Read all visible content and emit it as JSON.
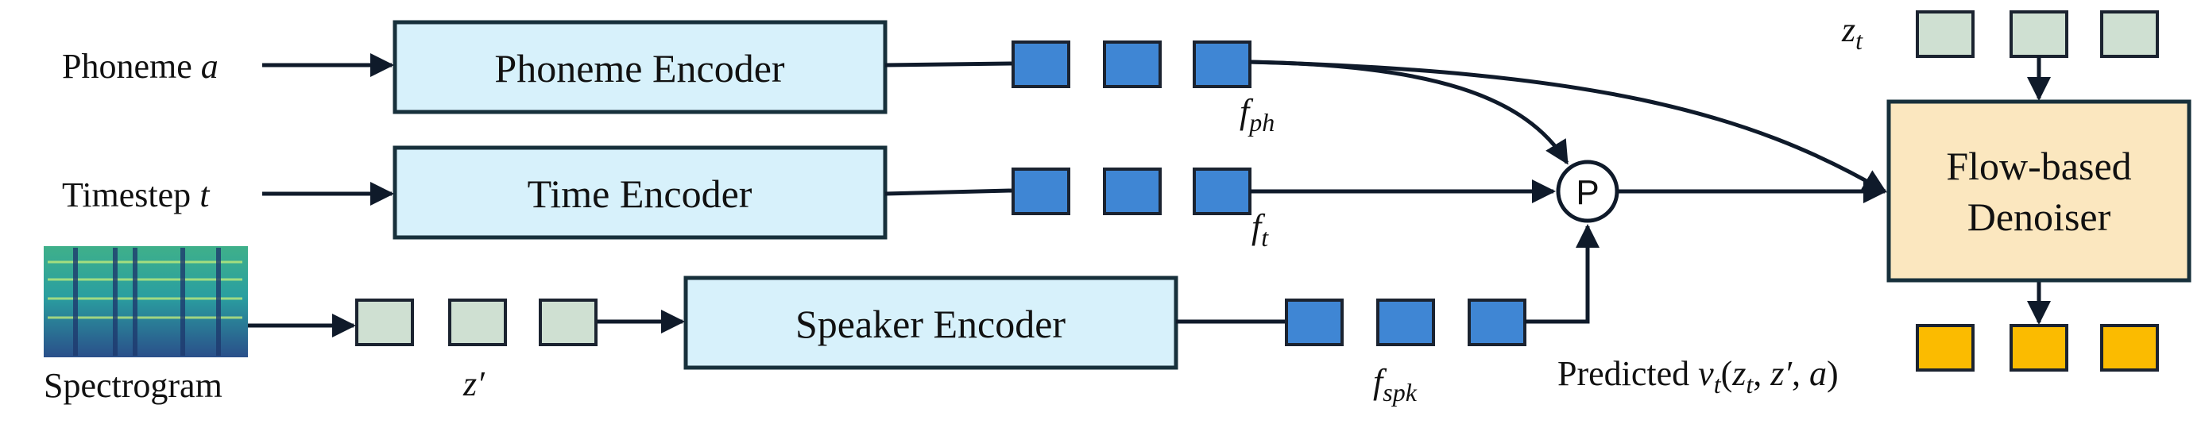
{
  "inputs": {
    "phoneme": {
      "label": "Phoneme",
      "var": "a"
    },
    "timestep": {
      "label": "Timestep",
      "var": "t"
    },
    "spectrogram": {
      "label": "Spectrogram"
    }
  },
  "encoders": {
    "phoneme": "Phoneme Encoder",
    "time": "Time Encoder",
    "speaker": "Speaker Encoder"
  },
  "features": {
    "f_ph": {
      "base": "f",
      "sub": "ph"
    },
    "f_t": {
      "base": "f",
      "sub": "t"
    },
    "f_spk": {
      "base": "f",
      "sub": "spk"
    },
    "z_prime": "z′",
    "z_t": {
      "base": "z",
      "sub": "t"
    }
  },
  "pool_symbol": "P",
  "denoiser": {
    "line1": "Flow-based",
    "line2": "Denoiser"
  },
  "output": {
    "prefix": "Predicted",
    "math": "v",
    "math_sub": "t",
    "open": "(",
    "arg1": "z",
    "arg1_sub": "t",
    "sep1": ", ",
    "arg2": "z′",
    "sep2": ", ",
    "arg3": "a",
    "close": ")"
  },
  "colors": {
    "encoder_fill": "#d7f1fb",
    "encoder_stroke": "#17303b",
    "blue_token": "#3f86d4",
    "green_token": "#cfe0d2",
    "yellow_token": "#fbbb00",
    "denoiser_fill": "#fbe7bf",
    "line": "#0f1a2a"
  }
}
